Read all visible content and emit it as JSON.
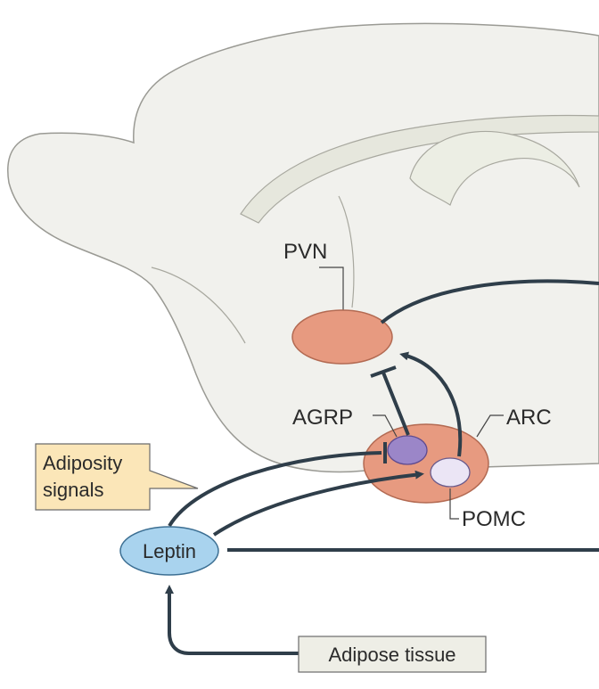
{
  "labels": {
    "pvn": "PVN",
    "agrp": "AGRP",
    "arc": "ARC",
    "pomc": "POMC",
    "adiposity_signals_line1": "Adiposity",
    "adiposity_signals_line2": "signals",
    "leptin": "Leptin",
    "adipose_tissue": "Adipose tissue"
  },
  "colors": {
    "brain_fill": "#f1f1ed",
    "brain_stroke": "#9a9a94",
    "inner_fill": "#e6e7dd",
    "nucleus_fill": "#e79a80",
    "nucleus_stroke": "#b36a52",
    "agrp_fill": "#9b86c8",
    "pomc_fill": "#ebe5f5",
    "leptin_fill": "#a9d3ee",
    "leptin_stroke": "#3c6f93",
    "arrow": "#2f3e4a",
    "callout_fill": "#fbe6b8",
    "box_fill": "#eeeee6"
  }
}
